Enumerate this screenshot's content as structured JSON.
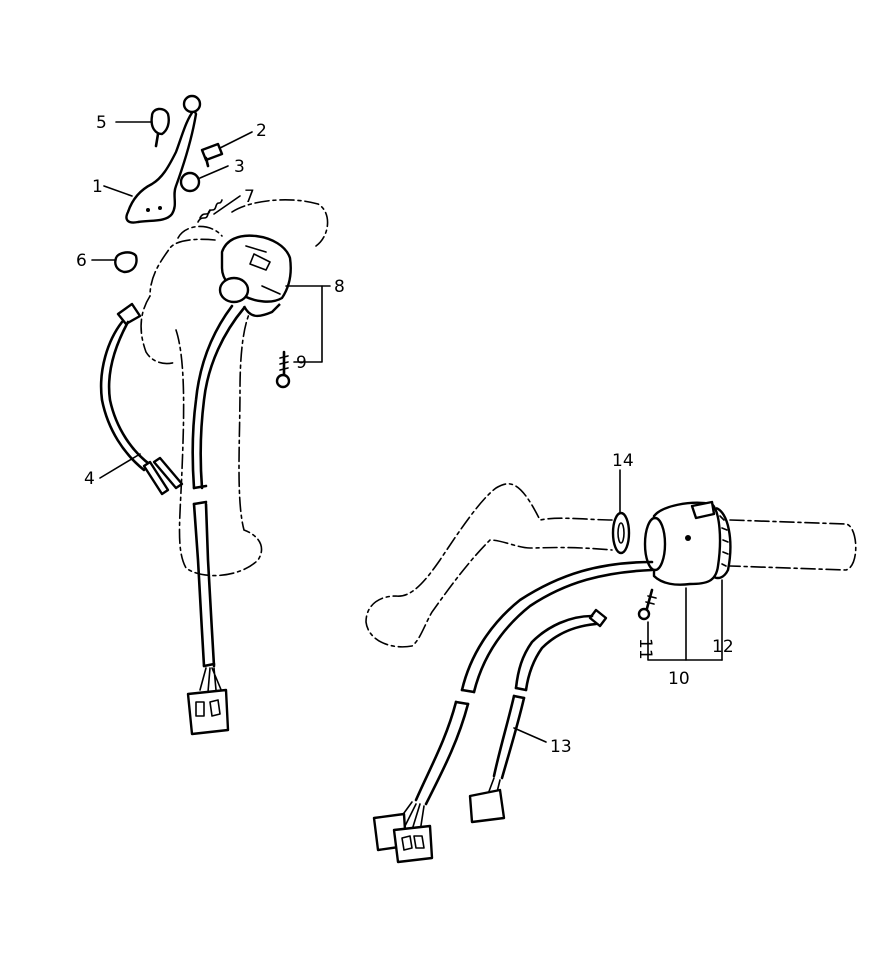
{
  "callouts": [
    {
      "id": "c1",
      "label": "1"
    },
    {
      "id": "c2",
      "label": "2"
    },
    {
      "id": "c3",
      "label": "3"
    },
    {
      "id": "c4",
      "label": "4"
    },
    {
      "id": "c5",
      "label": "5"
    },
    {
      "id": "c6",
      "label": "6"
    },
    {
      "id": "c7",
      "label": "7"
    },
    {
      "id": "c8",
      "label": "8"
    },
    {
      "id": "c9",
      "label": "9"
    },
    {
      "id": "c10",
      "label": "10"
    },
    {
      "id": "c11",
      "label": "11"
    },
    {
      "id": "c12",
      "label": "12"
    },
    {
      "id": "c13",
      "label": "13"
    },
    {
      "id": "c14",
      "label": "14"
    }
  ],
  "colors": {
    "ink": "#000000",
    "paper": "#ffffff"
  }
}
